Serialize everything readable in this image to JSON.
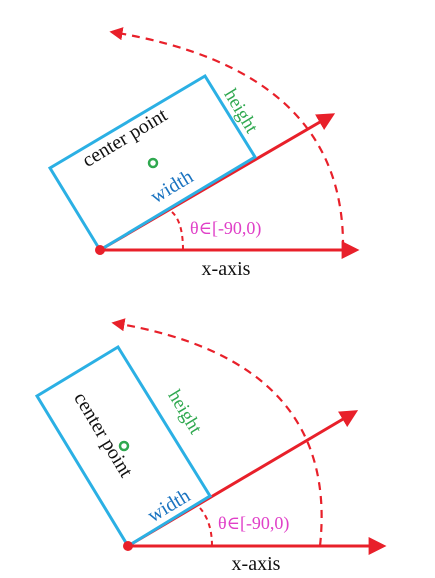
{
  "colors": {
    "axis": "#e8202a",
    "box": "#2bb0e4",
    "center": "#2fa84f",
    "width_label": "#1a73c0",
    "height_label": "#2fa84f",
    "theta_label": "#e040c8",
    "text": "#111111"
  },
  "top_diagram": {
    "center_label": "center point",
    "width_label": "width",
    "height_label": "height",
    "angle_label": "θ∈[-90,0)",
    "axis_label": "x-axis"
  },
  "bottom_diagram": {
    "center_label": "center point",
    "width_label": "width",
    "height_label": "height",
    "angle_label": "θ∈[-90,0)",
    "axis_label": "x-axis"
  }
}
